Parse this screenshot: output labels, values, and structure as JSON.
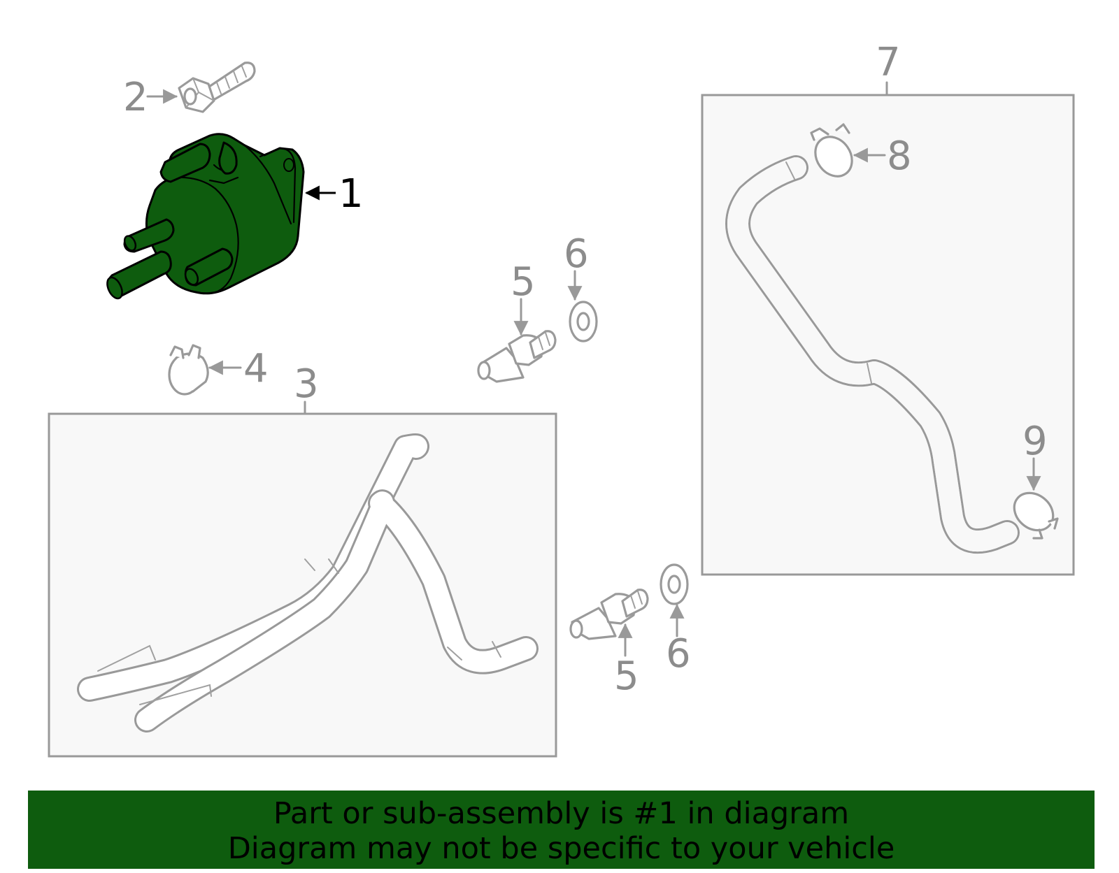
{
  "callouts": {
    "c1": "1",
    "c2": "2",
    "c3": "3",
    "c4": "4",
    "c5a": "5",
    "c5b": "5",
    "c6a": "6",
    "c6b": "6",
    "c7": "7",
    "c8": "8",
    "c9": "9"
  },
  "banner": {
    "line1": "Part or sub-assembly is #1 in diagram",
    "line2": "Diagram may not be specific to your vehicle"
  },
  "colors": {
    "highlight": "#0e5c0e",
    "part_line": "#999999",
    "box_fill": "#f8f8f8"
  }
}
